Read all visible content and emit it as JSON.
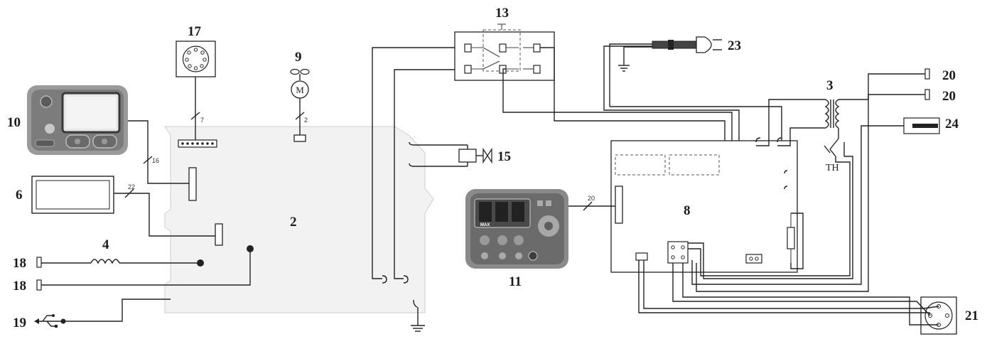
{
  "labels": {
    "l2": "2",
    "l3": "3",
    "l4": "4",
    "l6": "6",
    "l8": "8",
    "l9": "9",
    "l10": "10",
    "l11": "11",
    "l13": "13",
    "l15": "15",
    "l17": "17",
    "l18a": "18",
    "l18b": "18",
    "l19": "19",
    "l20a": "20",
    "l20b": "20",
    "l21": "21",
    "l23": "23",
    "l24": "24",
    "th": "TH"
  },
  "bus_counts": {
    "b7": "7",
    "b2": "2",
    "b16": "16",
    "b22": "22",
    "b20": "20"
  },
  "icons": {
    "motor": "M",
    "usb": "usb-icon",
    "ground": "ground-icon",
    "plug": "plug-icon",
    "valve": "valve-icon",
    "inductor": "inductor-icon",
    "transformer": "transformer-icon",
    "thermal_switch": "thermal-switch-icon"
  },
  "colors": {
    "board": "#f2f2f2",
    "board_edge": "#c8c8c8",
    "wire": "#222222",
    "panel_dark": "#5a5a5a",
    "panel_light": "#8a8a8a"
  }
}
